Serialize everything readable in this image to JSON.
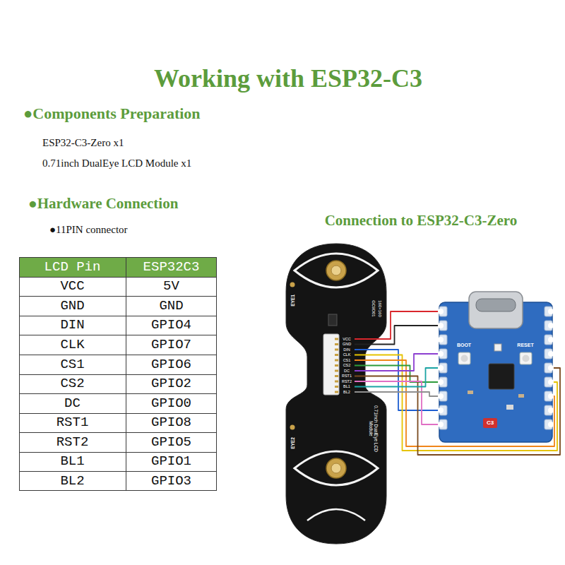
{
  "diagram": {
    "title": "Working with ESP32-C3",
    "nodes": [
      {
        "text": [
          "EYE1",
          "160×160",
          "GC9D01",
          "VCC",
          "GND",
          "DIN",
          "CLK",
          "CS1",
          "CS2",
          "DC",
          "RST1",
          "RST2",
          "BL1",
          "BL2",
          "0.71inch DualEye LCD Module",
          "EYE2"
        ]
      },
      {
        "text": [
          "BOOT",
          "RESET",
          "C3"
        ]
      }
    ],
    "edges": [
      {
        "from": 0,
        "to": 1,
        "arrow": "none"
      },
      {
        "from": 0,
        "to": 1,
        "arrow": "none"
      },
      {
        "from": 0,
        "to": 1,
        "arrow": "none"
      },
      {
        "from": 0,
        "to": 1,
        "arrow": "none"
      },
      {
        "from": 0,
        "to": 1,
        "arrow": "none"
      },
      {
        "from": 0,
        "to": 1,
        "arrow": "none"
      },
      {
        "from": 0,
        "to": 1,
        "arrow": "none"
      },
      {
        "from": 0,
        "to": 1,
        "arrow": "none"
      },
      {
        "from": 0,
        "to": 1,
        "arrow": "none"
      },
      {
        "from": 0,
        "to": 1,
        "arrow": "none"
      },
      {
        "from": 0,
        "to": 1,
        "arrow": "none"
      }
    ],
    "labels": [
      "●Components Preparation",
      "ESP32-C3-Zero x1",
      "0.71inch DualEye LCD Module x1",
      "●Hardware Connection",
      "●11PIN connector",
      "Connection to ESP32-C3-Zero",
      "LCD Pin",
      "ESP32C3",
      "VCC",
      "5V",
      "GND",
      "GND",
      "DIN",
      "GPIO4",
      "CLK",
      "GPIO7",
      "CS1",
      "GPIO6",
      "CS2",
      "GPIO2",
      "DC",
      "GPIO0",
      "RST1",
      "GPIO8",
      "RST2",
      "GPIO5",
      "BL1",
      "GPIO1",
      "BL2",
      "GPIO3"
    ]
  }
}
